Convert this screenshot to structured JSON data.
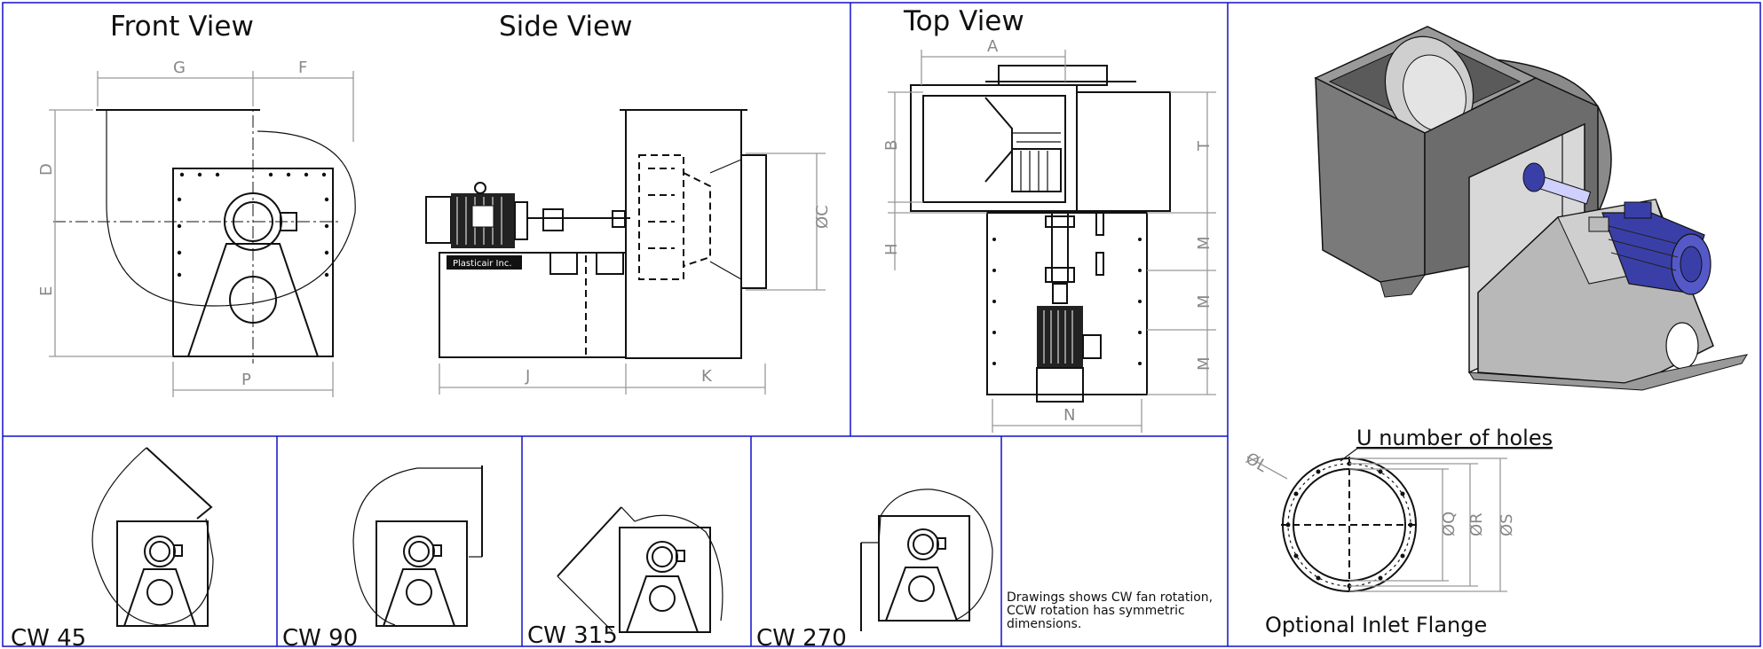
{
  "titles": {
    "front": "Front View",
    "side": "Side View",
    "top": "Top View"
  },
  "dims": {
    "A": "A",
    "B": "B",
    "C": "ØC",
    "D": "D",
    "E": "E",
    "F": "F",
    "G": "G",
    "H": "H",
    "J": "J",
    "K": "K",
    "M": "M",
    "N": "N",
    "P": "P",
    "T": "T",
    "L": "ØL",
    "Q": "ØQ",
    "R": "ØR",
    "S": "ØS"
  },
  "motor_plate": "Plasticair Inc.",
  "rotations": [
    "CW 45",
    "CW 90",
    "CW 315",
    "CW 270"
  ],
  "note": [
    "Drawings shows CW fan rotation,",
    "CCW rotation has symmetric",
    "dimensions."
  ],
  "flange": {
    "holes_label": "U number of holes",
    "title": "Optional Inlet Flange"
  },
  "colors": {
    "border": "#1010c8",
    "housing": "#8a8a8a",
    "motor": "#3a3fa8"
  }
}
